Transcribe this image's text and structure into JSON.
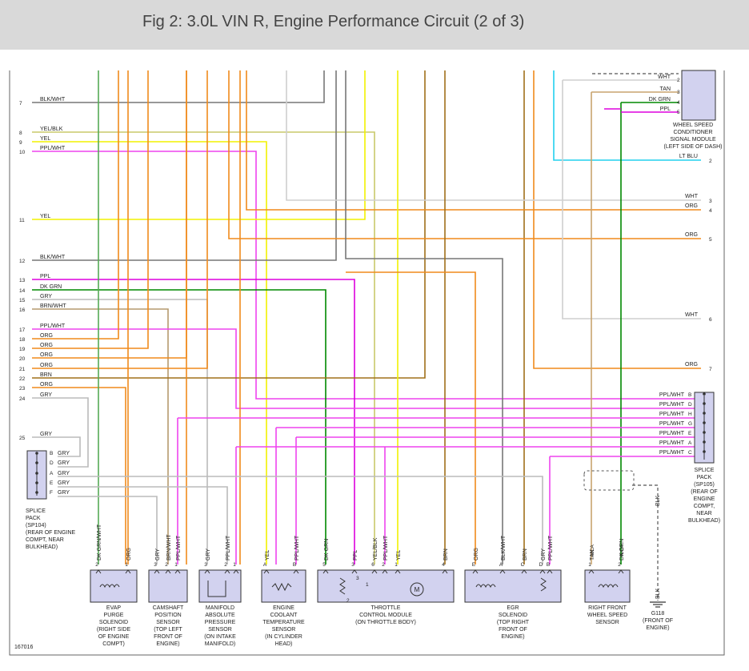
{
  "header": {
    "title": "Fig 2: 3.0L VIN R, Engine Performance Circuit (2 of 3)"
  },
  "colors": {
    "frame": "#666666",
    "module_fill": "#d2d2ef",
    "module_stroke": "#333333",
    "BLK/WHT": "#777777",
    "YEL/BLK": "#c8c86a",
    "YEL": "#f2f200",
    "PPL/WHT": "#ee44ee",
    "PPL": "#dd00dd",
    "DK GRN": "#008800",
    "GRY": "#bbbbbb",
    "BRN/WHT": "#b59a6e",
    "ORG": "#f08a1c",
    "BRN": "#a0701a",
    "WHT": "#cfcfcf",
    "TAN": "#c8a46e",
    "LT BLU": "#22d0ee",
    "DK GRN/WHT": "#55aa55"
  },
  "wires_left": [
    {
      "num": "7",
      "label": "BLK/WHT"
    },
    {
      "num": "8",
      "label": "YEL/BLK"
    },
    {
      "num": "9",
      "label": "YEL"
    },
    {
      "num": "10",
      "label": "PPL/WHT"
    },
    {
      "num": "11",
      "label": "YEL"
    },
    {
      "num": "12",
      "label": "BLK/WHT"
    },
    {
      "num": "13",
      "label": "PPL"
    },
    {
      "num": "14",
      "label": "DK GRN"
    },
    {
      "num": "15",
      "label": "GRY"
    },
    {
      "num": "16",
      "label": "BRN/WHT"
    },
    {
      "num": "17",
      "label": "PPL/WHT"
    },
    {
      "num": "18",
      "label": "ORG"
    },
    {
      "num": "19",
      "label": "ORG"
    },
    {
      "num": "20",
      "label": "ORG"
    },
    {
      "num": "21",
      "label": "ORG"
    },
    {
      "num": "22",
      "label": "BRN"
    },
    {
      "num": "23",
      "label": "ORG"
    },
    {
      "num": "24",
      "label": "GRY"
    },
    {
      "num": "25",
      "label": "GRY"
    }
  ],
  "wires_right": [
    {
      "num": "2",
      "label": "LT BLU"
    },
    {
      "num": "3",
      "label": "WHT"
    },
    {
      "num": "4",
      "label": "ORG"
    },
    {
      "num": "5",
      "label": "ORG"
    },
    {
      "num": "6",
      "label": "WHT"
    },
    {
      "num": "7",
      "label": "ORG"
    }
  ],
  "wsc_module": {
    "label": [
      "WHEEL SPEED",
      "CONDITIONER",
      "SIGNAL MODULE",
      "(LEFT SIDE OF DASH)"
    ],
    "pins": [
      {
        "label": "WHT",
        "num": "2"
      },
      {
        "label": "TAN",
        "num": "3"
      },
      {
        "label": "DK GRN",
        "num": "4"
      },
      {
        "label": "PPL",
        "num": "5"
      }
    ]
  },
  "sp105": {
    "label": [
      "SPLICE",
      "PACK",
      "(SP105)",
      "(REAR OF",
      "ENGINE",
      "COMPT,",
      "NEAR",
      "BULKHEAD)"
    ],
    "pins": [
      {
        "label": "PPL/WHT",
        "pin": "B"
      },
      {
        "label": "PPL/WHT",
        "pin": "D"
      },
      {
        "label": "PPL/WHT",
        "pin": "H"
      },
      {
        "label": "PPL/WHT",
        "pin": "G"
      },
      {
        "label": "PPL/WHT",
        "pin": "E"
      },
      {
        "label": "PPL/WHT",
        "pin": "A"
      },
      {
        "label": "PPL/WHT",
        "pin": "C"
      }
    ]
  },
  "sp104": {
    "label": [
      "SPLICE",
      "PACK",
      "(SP104)",
      "(REAR OF ENGINE",
      "COMPT, NEAR",
      "BULKHEAD)"
    ],
    "pins": [
      {
        "pin": "B",
        "label": "GRY"
      },
      {
        "pin": "D",
        "label": "GRY"
      },
      {
        "pin": "A",
        "label": "GRY"
      },
      {
        "pin": "E",
        "label": "GRY"
      },
      {
        "pin": "F",
        "label": "GRY"
      }
    ]
  },
  "components": [
    {
      "id": "evap",
      "label": [
        "EVAP",
        "PURGE",
        "SOLENOID",
        "(RIGHT SIDE",
        "OF ENGINE",
        "COMPT)"
      ],
      "pins": [
        {
          "num": "2",
          "wire": "DK GRN/WHT"
        },
        {
          "num": "1",
          "wire": "ORG"
        }
      ]
    },
    {
      "id": "cmp",
      "label": [
        "CAMSHAFT",
        "POSITION",
        "SENSOR",
        "(TOP LEFT",
        "FRONT OF",
        "ENGINE)"
      ],
      "pins": [
        {
          "num": "3",
          "wire": "GRY"
        },
        {
          "num": "2",
          "wire": "BRN/WHT"
        },
        {
          "num": "1",
          "wire": "PPL/WHT"
        }
      ]
    },
    {
      "id": "map",
      "label": [
        "MANIFOLD",
        "ABSOLUTE",
        "PRESSURE",
        "SENSOR",
        "(ON INTAKE",
        "MANIFOLD)"
      ],
      "pins": [
        {
          "num": "3",
          "wire": "GRY"
        },
        {
          "num": "2",
          "wire": "PPL/WHT"
        },
        {
          "num": "1",
          "wire": ""
        }
      ]
    },
    {
      "id": "ect",
      "label": [
        "ENGINE",
        "COOLANT",
        "TEMPERATURE",
        "SENSOR",
        "(IN CYLINDER",
        "HEAD)"
      ],
      "pins": [
        {
          "num": "A",
          "wire": "YEL"
        },
        {
          "num": "B",
          "wire": "PPL/WHT"
        }
      ]
    },
    {
      "id": "tcm",
      "label": [
        "THROTTLE",
        "CONTROL MODULE",
        "(ON THROTTLE BODY)"
      ],
      "pins": [
        {
          "num": "5",
          "wire": "DK GRN"
        },
        {
          "num": "3",
          "wire": "PPL"
        },
        {
          "num": "6",
          "wire": "YEL/BLK"
        },
        {
          "num": "2",
          "wire": "PPL/WHT"
        },
        {
          "num": "1",
          "wire": "YEL"
        },
        {
          "num": "4",
          "wire": "BRN"
        }
      ],
      "inner": [
        "3",
        "1",
        "2"
      ],
      "motor": "M"
    },
    {
      "id": "egr",
      "label": [
        "EGR",
        "SOLENOID",
        "(TOP RIGHT",
        "FRONT OF",
        "ENGINE)"
      ],
      "pins": [
        {
          "num": "E",
          "wire": "ORG"
        },
        {
          "num": "A",
          "wire": "BLK/WHT"
        },
        {
          "num": "C",
          "wire": "BRN"
        },
        {
          "num": "D",
          "wire": "GRY"
        },
        {
          "num": "B",
          "wire": "PPL/WHT"
        }
      ]
    },
    {
      "id": "wss",
      "label": [
        "RIGHT FRONT",
        "WHEEL SPEED",
        "SENSOR"
      ],
      "pins": [
        {
          "num": "1",
          "wire": "TAN",
          "tag": "NCA"
        },
        {
          "num": "2",
          "wire": "DK GRN",
          "tag": "NCA"
        }
      ]
    }
  ],
  "ground": {
    "wire": "BLK",
    "wire_bottom": "BLK",
    "label": [
      "G118",
      "(FRONT OF",
      "ENGINE)"
    ]
  },
  "figure_id": "167016"
}
